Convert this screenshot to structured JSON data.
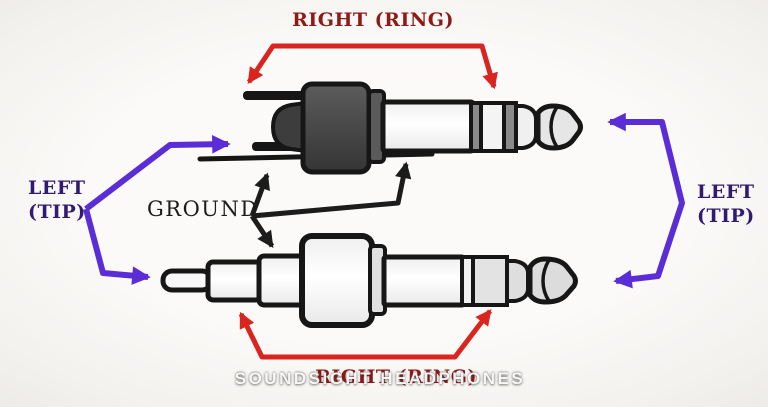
{
  "diagram": {
    "title_context": "Headphone jack TRS plug wiring diagram",
    "labels": {
      "right_ring_top": "RIGHT (RING)",
      "left_tip_line1": "LEFT",
      "left_tip_line2": "(TIP)",
      "ground": "GROUND",
      "right_ring_bottom": "RIGHT (RING)",
      "watermark": "SOUNDSIGHT HEADPHONES"
    },
    "colors": {
      "arrow_red": "#d8251f",
      "text_dark_red": "#8e1a18",
      "arrow_purple": "#5b2dd6",
      "text_dark_purple": "#311b70",
      "arrow_black": "#1c1c1c",
      "plug_dark_body": "#4a4a4a",
      "plug_light_body": "#f8f8f8",
      "plug_ring_gray": "#8a8a8a",
      "background": "#f7f5f2"
    }
  }
}
